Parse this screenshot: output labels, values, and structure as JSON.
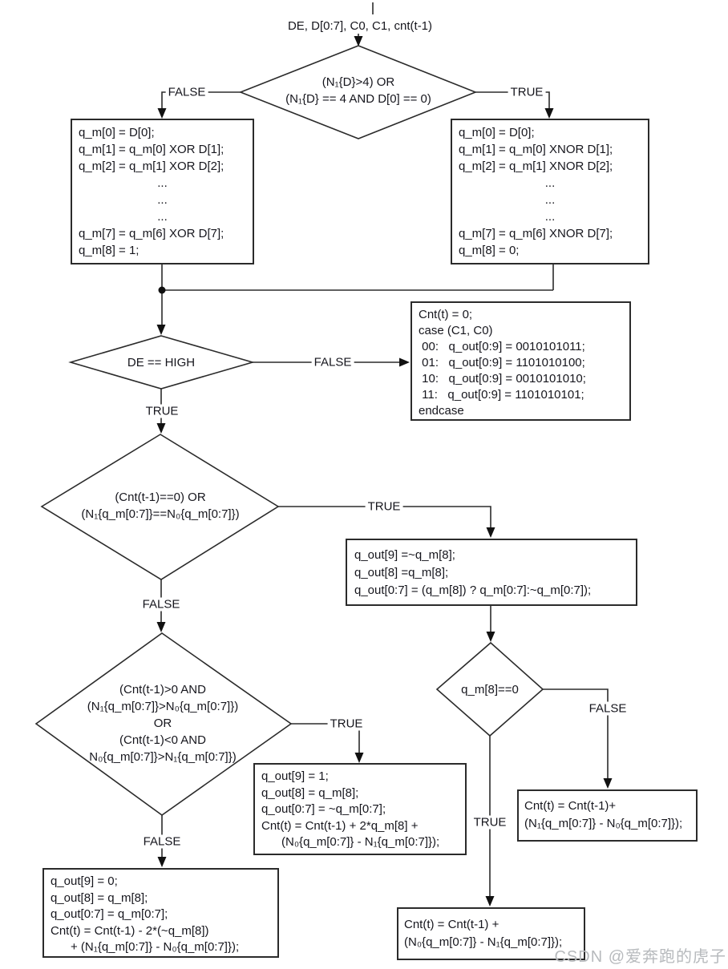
{
  "input_label": "DE, D[0:7], C0, C1, cnt(t-1)",
  "decisions": {
    "d1": {
      "lines": [
        "(N₁{D}>4) OR",
        "(N₁{D} == 4 AND D[0] == 0)"
      ]
    },
    "d2": {
      "lines": [
        "DE == HIGH"
      ]
    },
    "d3": {
      "lines": [
        "(Cnt(t-1)==0) OR",
        "(N₁{q_m[0:7]}==N₀{q_m[0:7]})"
      ]
    },
    "d4": {
      "lines": [
        "q_m[8]==0"
      ]
    },
    "d5": {
      "lines": [
        "(Cnt(t-1)>0 AND",
        "(N₁{q_m[0:7]}>N₀{q_m[0:7]})",
        "OR",
        "(Cnt(t-1)<0 AND",
        "N₀{q_m[0:7]}>N₁{q_m[0:7]})"
      ]
    }
  },
  "boxes": {
    "xor": {
      "lines": [
        "q_m[0] = D[0];",
        "q_m[1] = q_m[0] XOR D[1];",
        "q_m[2] = q_m[1] XOR D[2];",
        "...",
        "...",
        "...",
        "q_m[7] = q_m[6] XOR D[7];",
        "q_m[8] = 1;"
      ]
    },
    "xnor": {
      "lines": [
        "q_m[0] = D[0];",
        "q_m[1] = q_m[0] XNOR D[1];",
        "q_m[2] = q_m[1] XNOR D[2];",
        "...",
        "...",
        "...",
        "q_m[7] = q_m[6] XNOR D[7];",
        "q_m[8] = 0;"
      ]
    },
    "blank": {
      "lines": [
        "Cnt(t) = 0;",
        "case (C1, C0)",
        " 00:   q_out[0:9] = 0010101011;",
        " 01:   q_out[0:9] = 1101010100;",
        " 10:   q_out[0:9] = 0010101010;",
        " 11:   q_out[0:9] = 1101010101;",
        "endcase"
      ]
    },
    "balanced": {
      "lines": [
        "q_out[9] =~q_m[8];",
        "q_out[8] =q_m[8];",
        "q_out[0:7] = (q_m[8]) ? q_m[0:7]:~q_m[0:7]);"
      ]
    },
    "invert": {
      "lines": [
        "q_out[9] = 1;",
        "q_out[8] = q_m[8];",
        "q_out[0:7] = ~q_m[0:7];",
        "Cnt(t) = Cnt(t-1) + 2*q_m[8] +",
        "      (N₀{q_m[0:7]} - N₁{q_m[0:7]});"
      ]
    },
    "keep": {
      "lines": [
        "q_out[9] = 0;",
        "q_out[8] = q_m[8];",
        "q_out[0:7] = q_m[0:7];",
        "Cnt(t) = Cnt(t-1) - 2*(~q_m[8])",
        "      + (N₁{q_m[0:7]} - N₀{q_m[0:7]});"
      ]
    },
    "cnt_add": {
      "lines": [
        "Cnt(t) = Cnt(t-1)+",
        "(N₁{q_m[0:7]} - N₀{q_m[0:7]});"
      ]
    },
    "cnt_sub": {
      "lines": [
        "Cnt(t) = Cnt(t-1) +",
        "(N₀{q_m[0:7]} - N₁{q_m[0:7]});"
      ]
    }
  },
  "labels": {
    "d1_false": "FALSE",
    "d1_true": "TRUE",
    "d2_false": "FALSE",
    "d2_true": "TRUE",
    "d3_true": "TRUE",
    "d3_false": "FALSE",
    "d4_false": "FALSE",
    "d4_true": "TRUE",
    "d5_true": "TRUE",
    "d5_false": "FALSE"
  },
  "watermark": "CSDN @爱奔跑的虎子",
  "colors": {
    "line": "#2b2b2b",
    "text": "#16161d",
    "watermark": "#b7babd",
    "background": "#ffffff"
  }
}
